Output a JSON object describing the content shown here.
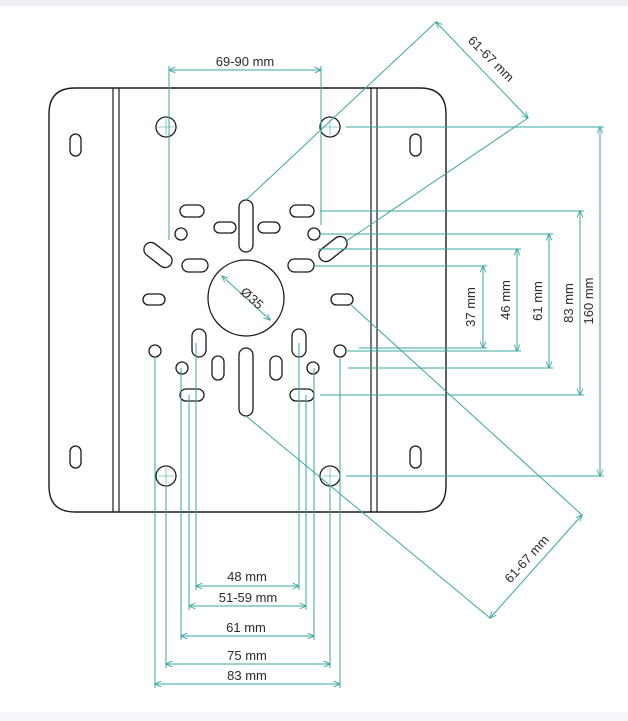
{
  "dimensions": {
    "top_width": "69-90 mm",
    "diag_top": "61-67 mm",
    "diag_bottom": "61-67 mm",
    "center_hole": "35",
    "center_hole_symbol": "Ø",
    "v_37": "37 mm",
    "v_46": "46 mm",
    "v_61": "61 mm",
    "v_83": "83 mm",
    "v_160": "160 mm",
    "h_48": "48 mm",
    "h_51_59": "51-59  mm",
    "h_61": "61 mm",
    "h_75": "75 mm",
    "h_83": "83 mm"
  },
  "colors": {
    "dimension_lines": "#3aa6a0",
    "outline": "#1b1b1b"
  }
}
